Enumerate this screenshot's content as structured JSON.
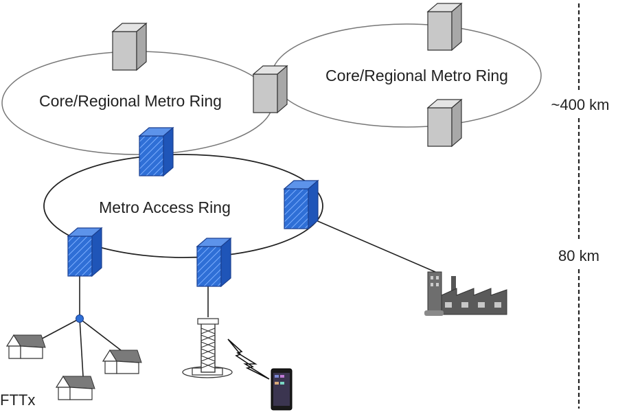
{
  "rings": {
    "core_left": "Core/Regional Metro Ring",
    "core_right": "Core/Regional Metro Ring",
    "metro_access": "Metro Access Ring"
  },
  "distances": {
    "core": "~400 km",
    "access": "80 km"
  },
  "access": {
    "fttx": "FTTx"
  },
  "colors": {
    "core_node": "#c8c8c8",
    "access_node": "#2f6fd6",
    "line": "#222222"
  }
}
